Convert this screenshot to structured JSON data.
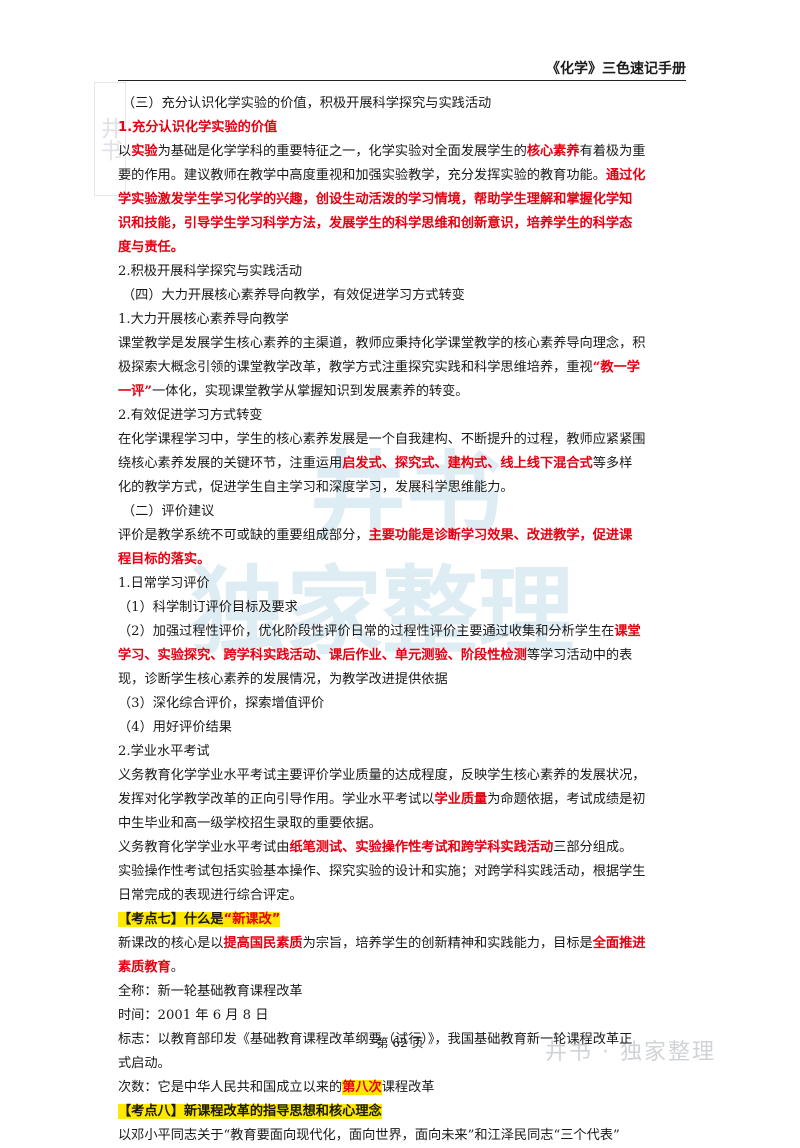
{
  "header": {
    "title": "《化学》三色速记手册"
  },
  "watermark": {
    "corner": "井书",
    "big_top": "井书",
    "big_bottom": "独家整理",
    "bottom": "井书 · 独家整理",
    "color": "#6aa7c9"
  },
  "content": {
    "s3_heading": "（三）充分认识化学实验的价值，积极开展科学探究与实践活动",
    "s3_1_title": "1.充分认识化学实验的价值",
    "s3_1_l1a": "以",
    "s3_1_l1b": "实验",
    "s3_1_l1c": "为基础是化学学科的重要特征之一，化学实验对全面发展学生的",
    "s3_1_l1d": "核心素养",
    "s3_1_l1e": "有着极为重",
    "s3_1_l2": "要的作用。建议教师在教学中高度重视和加强实验教学，充分发挥实验的教育功能。",
    "s3_1_l2b": "通过化",
    "s3_1_l3": "学实验激发学生学习化学的兴趣，创设生动活泼的学习情境，帮助学生理解和掌握化学知",
    "s3_1_l4": "识和技能，引导学生学习科学方法，发展学生的科学思维和创新意识，培养学生的科学态",
    "s3_1_l5": "度与责任。",
    "s3_2_title": "2.积极开展科学探究与实践活动",
    "s4_heading": "（四）大力开展核心素养导向教学，有效促进学习方式转变",
    "s4_1_title": "1.大力开展核心素养导向教学",
    "s4_1_l1": "课堂教学是发展学生核心素养的主渠道，教师应秉持化学课堂教学的核心素养导向理念，积",
    "s4_1_l2a": "极探索大概念引领的课堂教学改革，教学方式注重探究实践和科学思维培养，重视",
    "s4_1_l2b": "“教一学",
    "s4_1_l3a": "一评”",
    "s4_1_l3b": "一体化，实现课堂教学从掌握知识到发展素养的转变。",
    "s4_2_title": "2.有效促进学习方式转变",
    "s4_2_l1": "在化学课程学习中，学生的核心素养发展是一个自我建构、不断提升的过程，教师应紧紧围",
    "s4_2_l2a": "绕核心素养发展的关键环节，注重运用",
    "s4_2_l2b": "启发式、探究式、建构式、线上线下混合式",
    "s4_2_l2c": "等多样",
    "s4_2_l3": "化的教学方式，促进学生自主学习和深度学习，发展科学思维能力。",
    "e_heading": "（二）评价建议",
    "e_l1a": "评价是教学系统不可或缺的重要组成部分，",
    "e_l1b": "主要功能是诊断学习效果、改进教学，促进课",
    "e_l2": "程目标的落实。",
    "e1_title": "1.日常学习评价",
    "e1_1": "（1）科学制订评价目标及要求",
    "e1_2_l1a": "（2）加强过程性评价，优化阶段性评价日常的过程性评价主要通过收集和分析学生在",
    "e1_2_l1b": "课堂",
    "e1_2_l2a": "学习、实验探究、跨学科实践活动、课后作业、单元测验、阶段性检测",
    "e1_2_l2b": "等学习活动中的表",
    "e1_2_l3": "现，诊断学生核心素养的发展情况，为教学改进提供依据",
    "e1_3": "（3）深化综合评价，探索增值评价",
    "e1_4": "（4）用好评价结果",
    "e2_title": "2.学业水平考试",
    "e2_l1": "义务教育化学学业水平考试主要评价学业质量的达成程度，反映学生核心素养的发展状况，",
    "e2_l2a": "发挥对化学教学改革的正向引导作用。学业水平考试以",
    "e2_l2b": "学业质量",
    "e2_l2c": "为命题依据，考试成绩是初",
    "e2_l3": "中生毕业和高一级学校招生录取的重要依据。",
    "e2_l4a": "义务教育化学学业水平考试由",
    "e2_l4b": "纸笔测试、实验操作性考试和跨学科实践活动",
    "e2_l4c": "三部分组成。",
    "e2_l5": "实验操作性考试包括实验基本操作、探究实验的设计和实施；对跨学科实践活动，根据学生",
    "e2_l6": "日常完成的表现进行综合评定。",
    "k7_a": "【考点七】什么是",
    "k7_b": "“新课改”",
    "k7_l1a": "新课改的核心是以",
    "k7_l1b": "提高国民素质",
    "k7_l1c": "为宗旨，培养学生的创新精神和实践能力，目标是",
    "k7_l1d": "全面推进",
    "k7_l2": "素质教育",
    "k7_l2b": "。",
    "k7_full": "全称：新一轮基础教育课程改革",
    "k7_time": "时间：2001 年 6 月 8 日",
    "k7_mark_l1": "标志：以教育部印发《基础教育课程改革纲要（试行）》，我国基础教育新一轮课程改革正",
    "k7_mark_l2": "式启动。",
    "k7_count_a": "次数：它是中华人民共和国成立以来的",
    "k7_count_b": "第八次",
    "k7_count_c": "课程改革",
    "k8": "【考点八】新课程改革的指导思想和核心理念",
    "k8_l1": "以邓小平同志关于“教育要面向现代化，面向世界，面向未来”和江泽民同志“三个代表”"
  },
  "footer": {
    "page": "第 62 页"
  }
}
